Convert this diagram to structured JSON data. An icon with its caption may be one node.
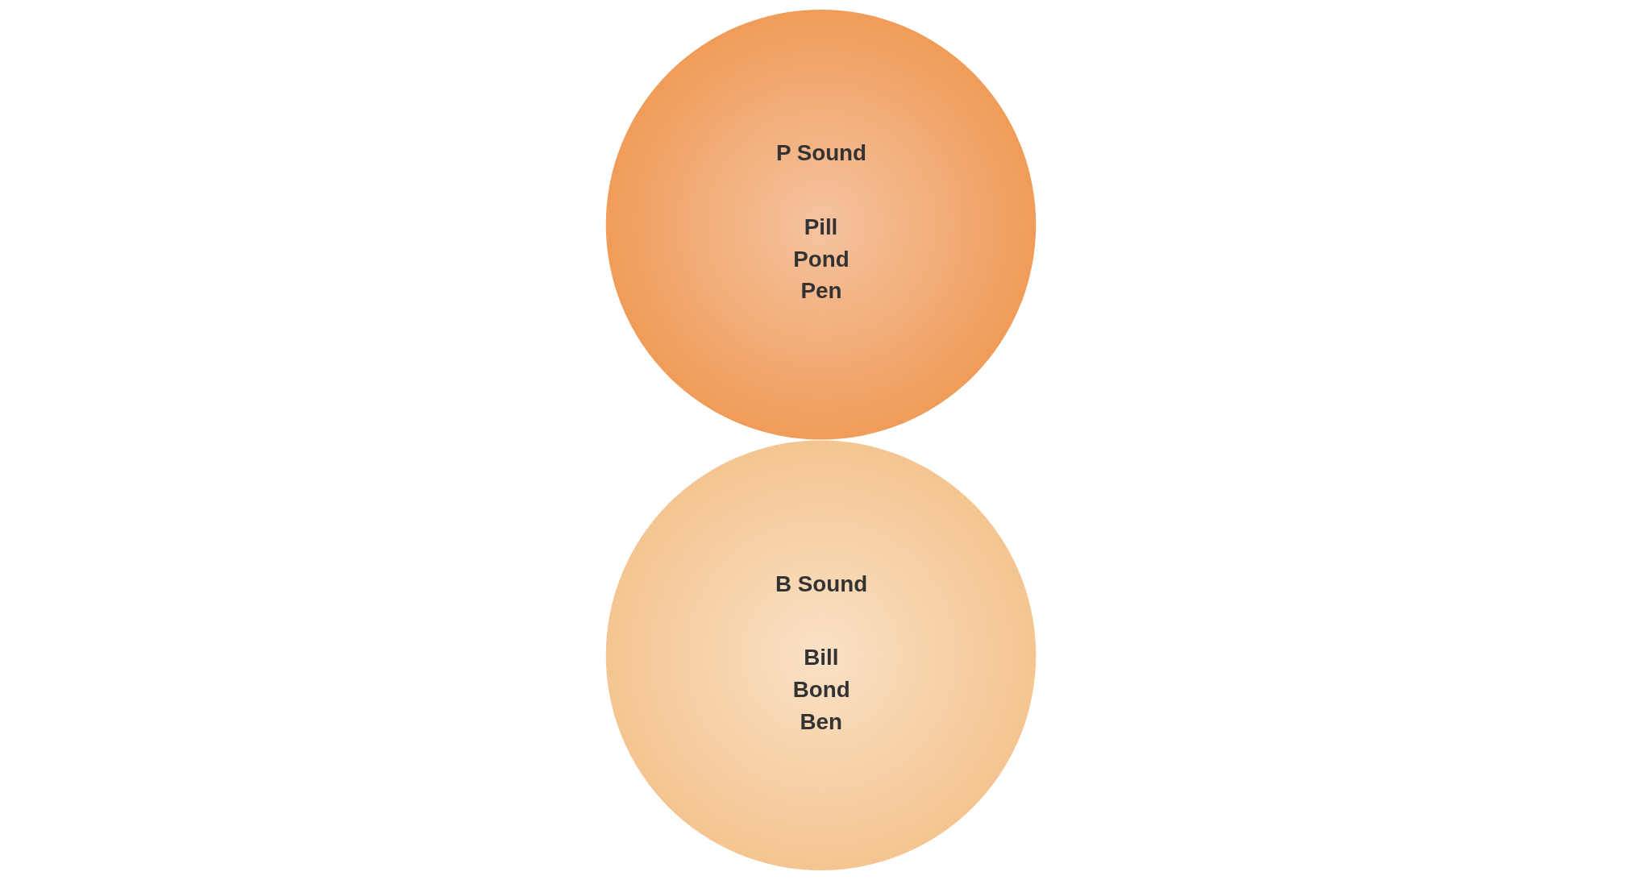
{
  "diagram": {
    "nodes": [
      {
        "text": [
          "B Sound",
          "Bill",
          "Bond",
          "Ben"
        ]
      },
      {
        "text": [
          "P Sound",
          "Pill",
          "Pond",
          "Pen"
        ]
      }
    ]
  }
}
